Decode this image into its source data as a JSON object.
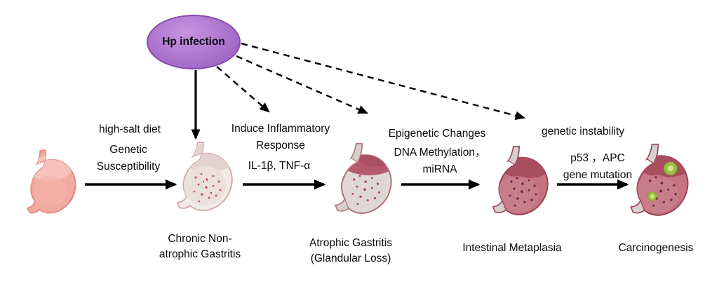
{
  "hp": {
    "label": "Hp infection"
  },
  "transitions": [
    {
      "factor_top": "high-salt diet",
      "factor_bottom": "Genetic\nSusceptibility"
    },
    {
      "factor_top": "Induce Inflammatory\nResponse",
      "factor_bottom": "IL-1β, TNF-α"
    },
    {
      "factor_top": "Epigenetic Changes",
      "factor_bottom": "DNA Methylation，\nmiRNA"
    },
    {
      "factor_top": "genetic instability",
      "factor_bottom": "p53 ，APC\ngene mutation"
    }
  ],
  "stages": [
    {
      "id": "normal-stomach",
      "label": ""
    },
    {
      "id": "chronic-non-atrophic-gastritis",
      "label": "Chronic Non-\natrophic Gastritis"
    },
    {
      "id": "atrophic-gastritis",
      "label": "Atrophic Gastritis\n(Glandular Loss)"
    },
    {
      "id": "intestinal-metaplasia",
      "label": "Intestinal Metaplasia"
    },
    {
      "id": "carcinogenesis",
      "label": "Carcinogenesis"
    }
  ],
  "colors": {
    "hp_ellipse": "#ab73cd",
    "arrow": "#000000",
    "normal_stomach": "#f4a9a0",
    "pale_gastritis": "#f2eae9",
    "atrophic_gray": "#ded7d6",
    "metaplasia_red": "#c4737f",
    "dark_cap_red": "#a84e5f",
    "tumor_green": "#9cc93e"
  }
}
